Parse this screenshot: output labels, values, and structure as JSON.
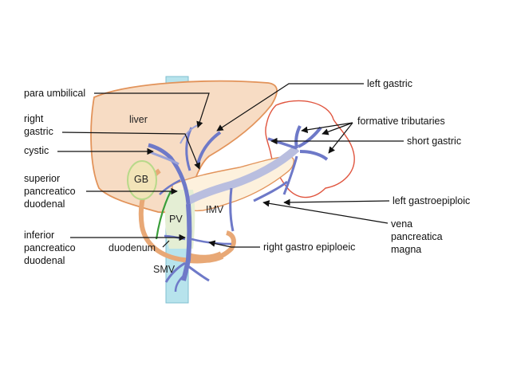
{
  "diagram": {
    "colors": {
      "liver_fill": "#f7dcc4",
      "liver_stroke": "#e2935a",
      "spleen_stroke": "#e0553f",
      "vein": "#6e79c8",
      "vein_dark": "#3f4aa0",
      "portal_fill": "#c9cde6",
      "aorta": "#b7e3ec",
      "pancreas_fill": "#fdf1dd",
      "gallbladder": "#b8d98a",
      "artery_green": "#3a9e3a"
    },
    "organ_labels": {
      "liver": "liver",
      "gb": "GB",
      "pv": "PV",
      "imv": "IMV",
      "smv": "SMV",
      "duodenum": "duodenum"
    },
    "callouts": {
      "para_umbilical": "para umbilical",
      "right_gastric_1": "right",
      "right_gastric_2": "gastric",
      "cystic": "cystic",
      "sup_pd_1": "superior",
      "sup_pd_2": "pancreatico",
      "sup_pd_3": "duodenal",
      "inf_pd_1": "inferior",
      "inf_pd_2": "pancreatico",
      "inf_pd_3": "duodenal",
      "left_gastric": "left gastric",
      "formative_tributaries": "formative tributaries",
      "short_gastric": "short gastric",
      "left_gastroepiploic": "left gastroepiploic",
      "vpm_1": "vena",
      "vpm_2": "pancreatica",
      "vpm_3": "magna",
      "right_gastro_epiploeic": "right gastro epiploeic"
    }
  }
}
